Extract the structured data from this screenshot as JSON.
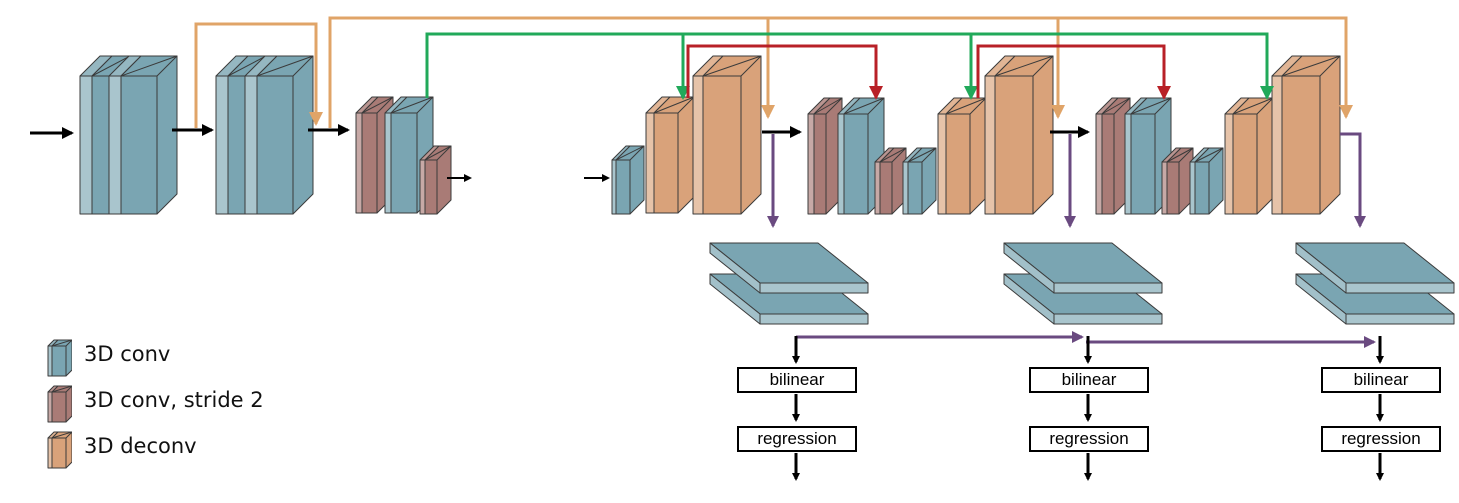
{
  "legend": {
    "items": [
      {
        "label": "3D conv",
        "color": "#7AA5B2"
      },
      {
        "label": "3D conv, stride 2",
        "color": "#A97B76"
      },
      {
        "label": "3D deconv",
        "color": "#D9A27A"
      }
    ]
  },
  "heads": {
    "items": [
      {
        "bilinear_label": "bilinear",
        "regression_label": "regression"
      },
      {
        "bilinear_label": "bilinear",
        "regression_label": "regression"
      },
      {
        "bilinear_label": "bilinear",
        "regression_label": "regression"
      }
    ]
  },
  "colors": {
    "conv": "#7AA5B2",
    "conv_stride2": "#A97B76",
    "deconv": "#D9A27A",
    "skip_orange": "#E0A468",
    "skip_green": "#21A95A",
    "skip_red": "#B82027",
    "purple": "#6A4A80",
    "black": "#000000"
  }
}
